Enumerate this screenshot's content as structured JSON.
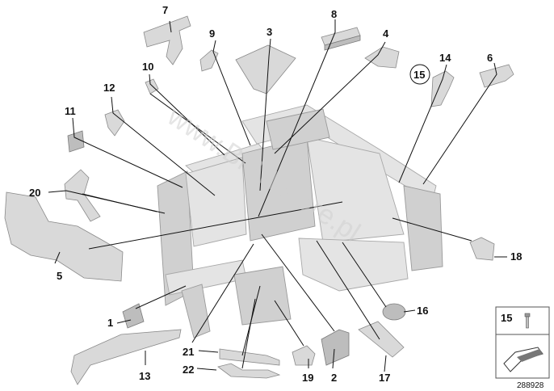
{
  "callouts": [
    {
      "id": "c1",
      "label": "1"
    },
    {
      "id": "c2",
      "label": "2"
    },
    {
      "id": "c3",
      "label": "3"
    },
    {
      "id": "c4",
      "label": "4"
    },
    {
      "id": "c5",
      "label": "5"
    },
    {
      "id": "c6",
      "label": "6"
    },
    {
      "id": "c7",
      "label": "7"
    },
    {
      "id": "c8",
      "label": "8"
    },
    {
      "id": "c9",
      "label": "9"
    },
    {
      "id": "c10",
      "label": "10"
    },
    {
      "id": "c11",
      "label": "11"
    },
    {
      "id": "c12",
      "label": "12"
    },
    {
      "id": "c13",
      "label": "13"
    },
    {
      "id": "c14",
      "label": "14"
    },
    {
      "id": "c15",
      "label": "15"
    },
    {
      "id": "c16",
      "label": "16"
    },
    {
      "id": "c17",
      "label": "17"
    },
    {
      "id": "c18",
      "label": "18"
    },
    {
      "id": "c19",
      "label": "19"
    },
    {
      "id": "c20",
      "label": "20"
    },
    {
      "id": "c21",
      "label": "21"
    },
    {
      "id": "c22",
      "label": "22"
    }
  ],
  "watermark": "www.BMWstore.pl",
  "legend": {
    "part_number": "15"
  },
  "reference_id": "288928"
}
